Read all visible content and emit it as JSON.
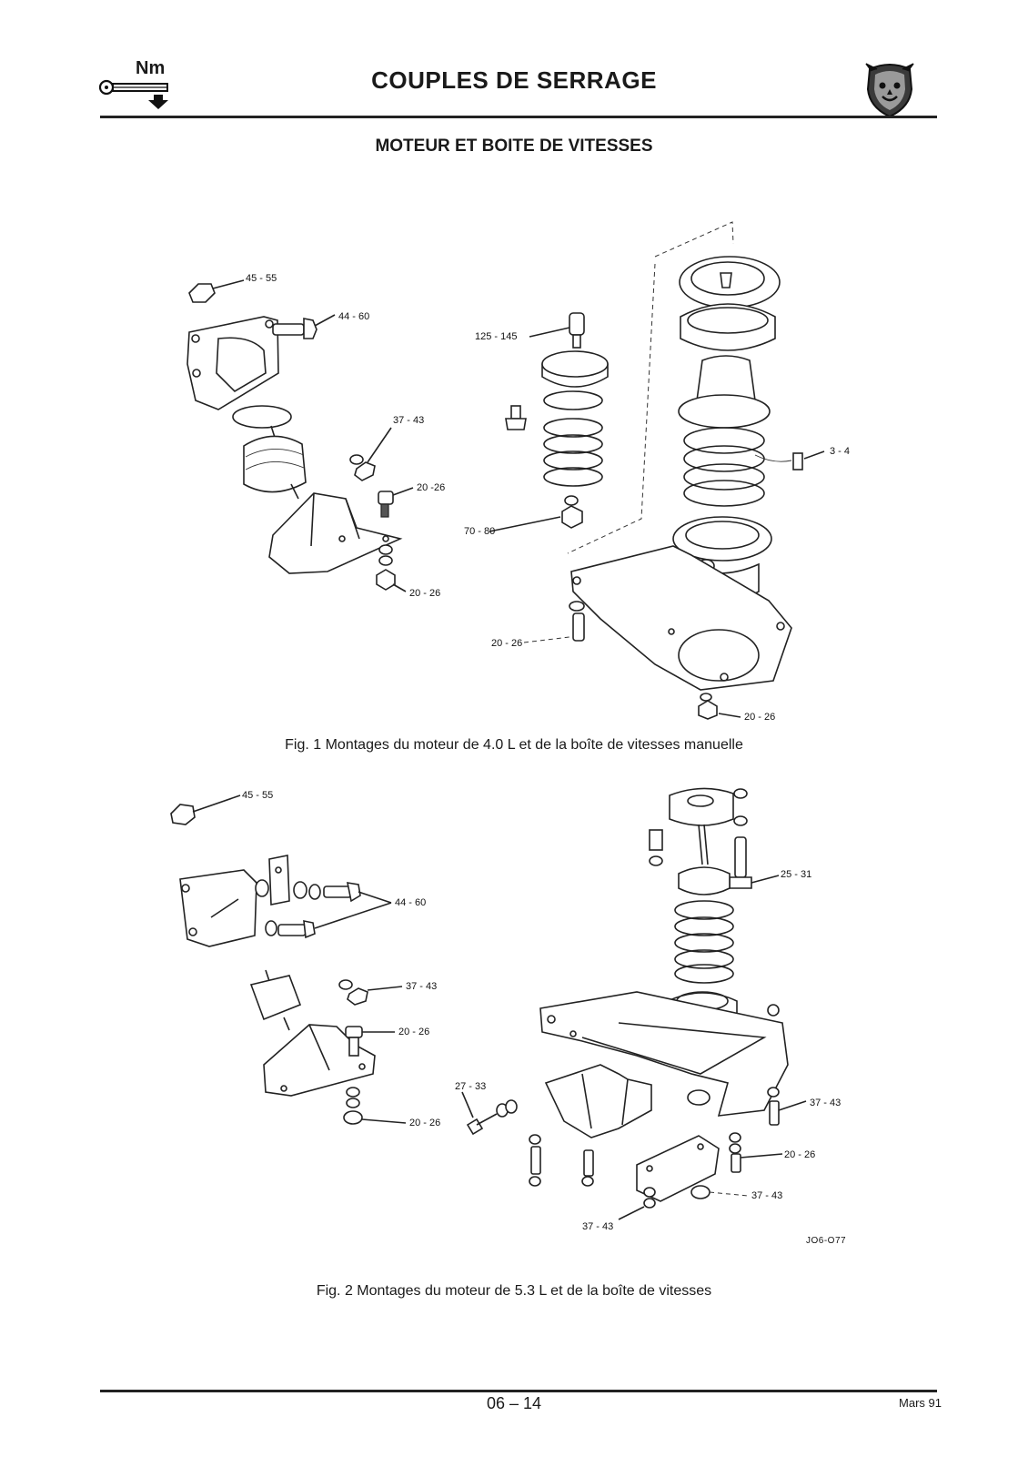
{
  "header": {
    "nm_label": "Nm",
    "title": "COUPLES DE SERRAGE",
    "subtitle": "MOTEUR ET BOITE DE VITESSES"
  },
  "fig1": {
    "caption": "Fig. 1 Montages du moteur de 4.0 L et de la boîte de vitesses manuelle",
    "labels": [
      "45 - 55",
      "44 - 60",
      "37 - 43",
      "20 -26",
      "20 - 26",
      "125 - 145",
      "70 - 80",
      "20 - 26",
      "3 - 4",
      "20 - 26"
    ]
  },
  "fig2": {
    "caption": "Fig. 2 Montages du moteur de 5.3 L et de la boîte de vitesses",
    "labels": [
      "45 - 55",
      "44 - 60",
      "37 - 43",
      "20 - 26",
      "20 - 26",
      "27 - 33",
      "25 - 31",
      "37 - 43",
      "20 - 26",
      "37 - 43",
      "37 - 43"
    ],
    "ref": "JO6-O77"
  },
  "footer": {
    "page": "06 – 14",
    "date": "Mars 91"
  }
}
